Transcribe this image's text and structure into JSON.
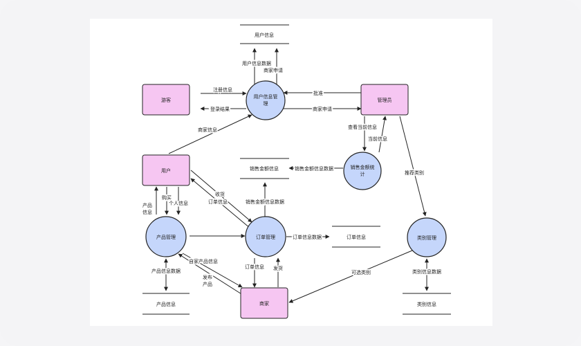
{
  "entities": {
    "visitor": "游客",
    "admin": "管理员",
    "user": "用户",
    "merchant": "商家"
  },
  "processes": {
    "user_info_mgmt": [
      "用户信息管",
      "理"
    ],
    "sales_stats": [
      "销售金额统",
      "计"
    ],
    "product_mgmt": "产品管理",
    "order_mgmt": "订单管理",
    "category_mgmt": "类别管理"
  },
  "stores": {
    "user_info": "用户信息",
    "sales_amount_info": "销售金额信息",
    "order_info": "订单信息",
    "product_info": "产品信息",
    "category_info": "类别信息"
  },
  "flows": {
    "user_info_data": "用户信息数据",
    "merchant_apply_top": "商家申请",
    "register_info": "注册信息",
    "login_result": "登录结果",
    "approve": "批准",
    "merchant_apply": "商家申请",
    "merchant_info": "商家信息",
    "view_current_info": "查看当前信息",
    "current_info": "当前信息",
    "sales_amount_data": "销售金额信息数据",
    "sales_amount_info": "销售金额信息数据",
    "recommend_category": "推荐类别",
    "purchase": "购买",
    "personal_info": "个人信息",
    "product_info_a": "产品",
    "product_info_b": "信息",
    "receive_a": "收货",
    "receive_b": "订单信息",
    "order_info_data": "订单信息数据",
    "own_product_info": "自家产品信息",
    "publish_a": "发布",
    "publish_b": "产品",
    "product_info_data": "产品信息数据",
    "order_info_out": "订单信息",
    "ship": "发货",
    "optional_category": "可选类别",
    "category_info_data": "类别信息数据"
  }
}
